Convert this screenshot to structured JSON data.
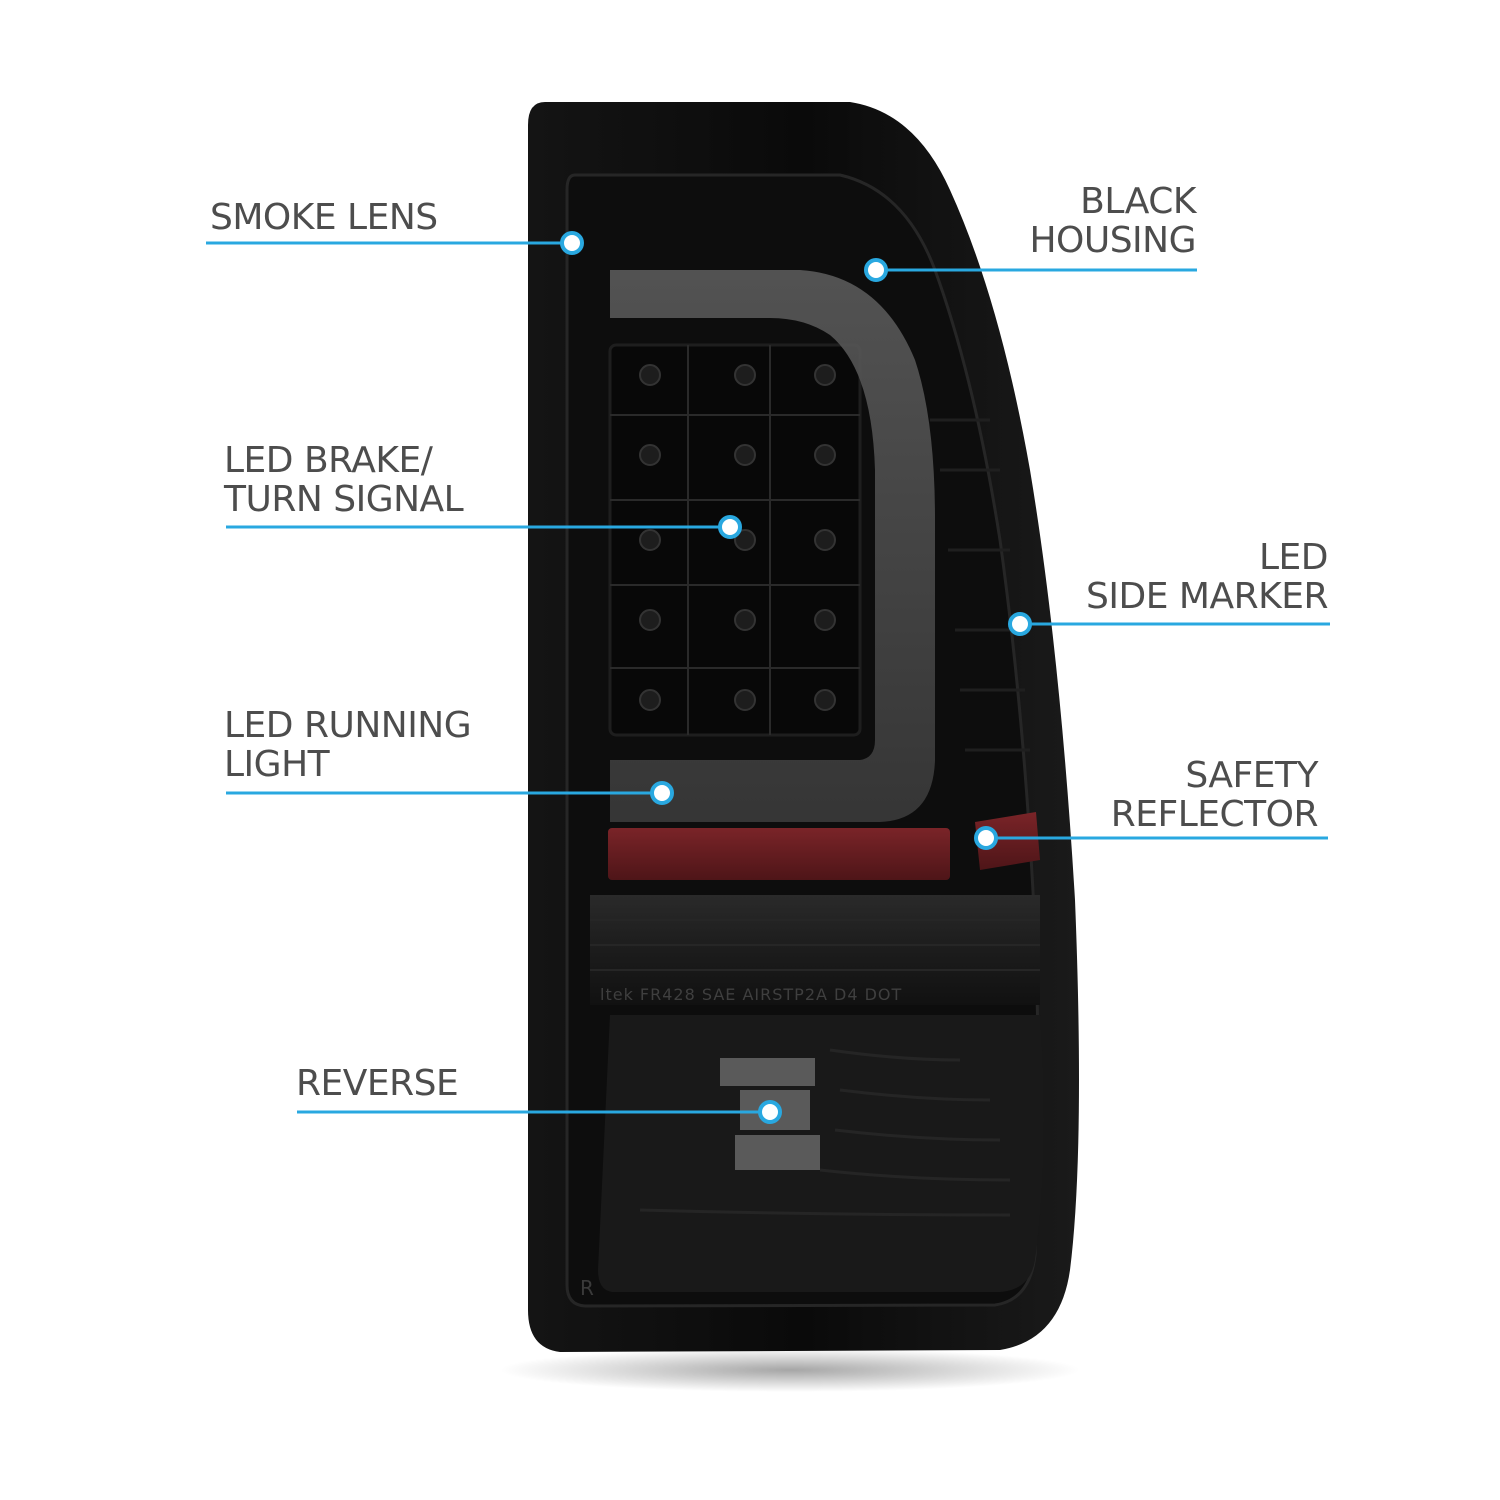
{
  "colors": {
    "accent": "#29a8e0",
    "label_text": "#4d4d4d",
    "housing": "#0b0b0b",
    "reflector": "#6b1e22",
    "running_light_bar": "#4a4a4a"
  },
  "lens_markings": {
    "main": "ltek FR428 SAE AIRSTP2A D4 DOT",
    "side_letter": "R"
  },
  "callouts": [
    {
      "id": "smoke-lens",
      "lines": [
        "SMOKE LENS"
      ]
    },
    {
      "id": "black-housing",
      "lines": [
        "BLACK",
        "HOUSING"
      ]
    },
    {
      "id": "led-brake-turn",
      "lines": [
        "LED  BRAKE/",
        "TURN SIGNAL"
      ]
    },
    {
      "id": "led-side-marker",
      "lines": [
        "LED",
        "SIDE MARKER"
      ]
    },
    {
      "id": "led-running-light",
      "lines": [
        "LED RUNNING",
        "LIGHT"
      ]
    },
    {
      "id": "safety-reflector",
      "lines": [
        "SAFETY",
        "REFLECTOR"
      ]
    },
    {
      "id": "reverse",
      "lines": [
        "REVERSE"
      ]
    }
  ]
}
